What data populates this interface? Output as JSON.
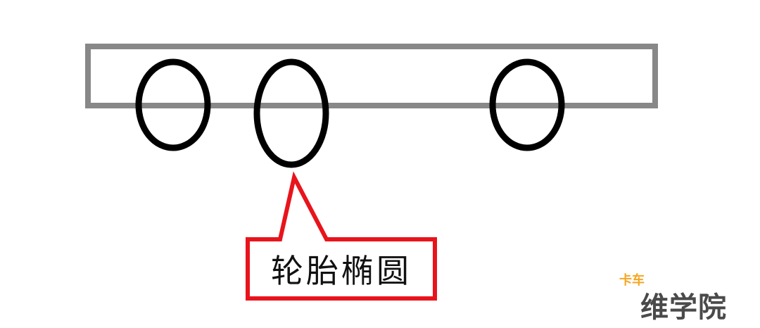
{
  "diagram": {
    "callout_label": "轮胎椭圆",
    "frame_color": "#888888",
    "tire_color": "#000000",
    "callout_color": "#e8141c",
    "tire_count": 3
  },
  "watermark": {
    "brand_small": "卡车",
    "brand_large": "维学院",
    "brand_small_color": "#f5a623",
    "brand_large_color": "#4a4a4a"
  }
}
